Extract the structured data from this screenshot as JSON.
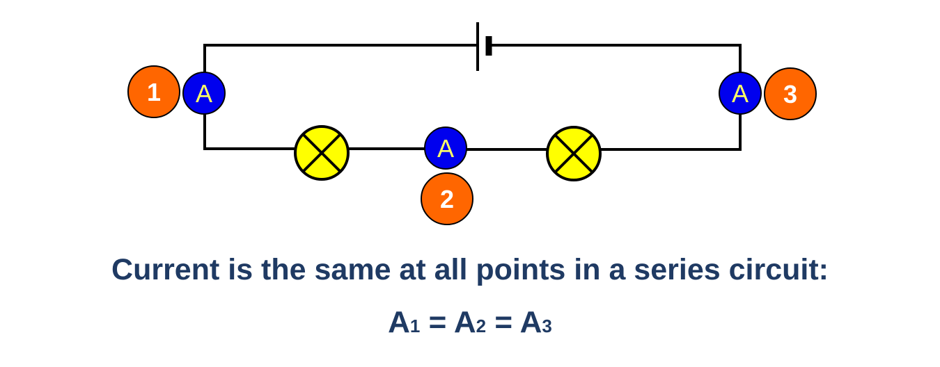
{
  "meters": [
    {
      "symbol": "A",
      "number": "1"
    },
    {
      "symbol": "A",
      "number": "2"
    },
    {
      "symbol": "A",
      "number": "3"
    }
  ],
  "caption": {
    "line1": "Current is the same at all points in a series circuit:",
    "equation": [
      {
        "base": "A",
        "sub": "1"
      },
      {
        "op": " = "
      },
      {
        "base": "A",
        "sub": "2"
      },
      {
        "op": " = "
      },
      {
        "base": "A",
        "sub": "3"
      }
    ]
  },
  "colors": {
    "wire": "#000000",
    "ammeter_fill": "#0000ee",
    "ammeter_letter": "#ffff66",
    "number_badge_fill": "#ff6600",
    "number_badge_text": "#ffffff",
    "lamp_fill": "#ffff00",
    "caption_text": "#1f3a63"
  },
  "icons": [
    "cell-icon",
    "ammeter-icon",
    "lamp-icon",
    "number-badge-icon"
  ]
}
